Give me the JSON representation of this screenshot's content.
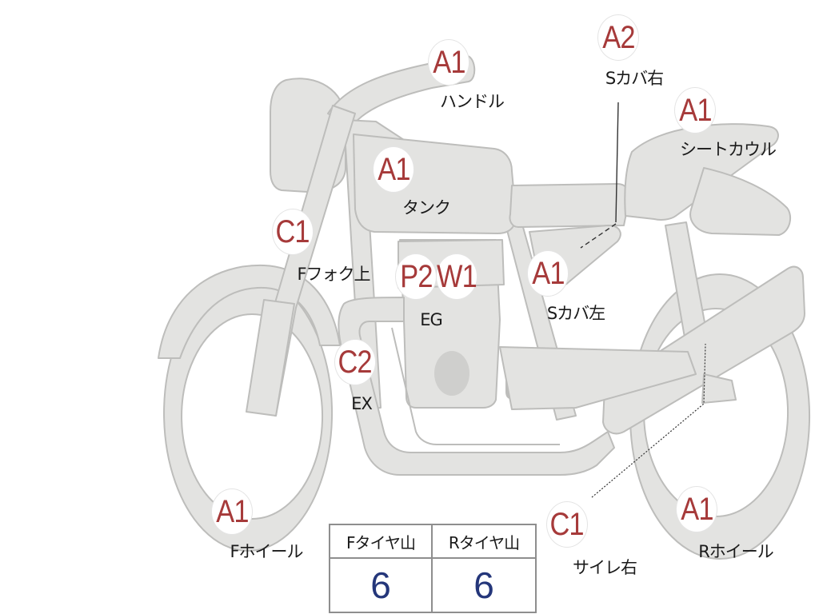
{
  "parts": [
    {
      "id": "handle",
      "grade": "A1",
      "label": "ハンドル"
    },
    {
      "id": "s-cover-right",
      "grade": "A2",
      "label": "Sカバ右"
    },
    {
      "id": "seat-cowl",
      "grade": "A1",
      "label": "シートカウル"
    },
    {
      "id": "tank",
      "grade": "A1",
      "label": "タンク"
    },
    {
      "id": "f-fork-upper",
      "grade": "C1",
      "label": "Fフォク上"
    },
    {
      "id": "engine-p",
      "grade": "P2",
      "label": "EG"
    },
    {
      "id": "engine-w",
      "grade": "W1",
      "label": ""
    },
    {
      "id": "s-cover-left",
      "grade": "A1",
      "label": "Sカバ左"
    },
    {
      "id": "exhaust",
      "grade": "C2",
      "label": "EX"
    },
    {
      "id": "f-wheel",
      "grade": "A1",
      "label": "Fホイール"
    },
    {
      "id": "silencer-right",
      "grade": "C1",
      "label": "サイレ右"
    },
    {
      "id": "r-wheel",
      "grade": "A1",
      "label": "Rホイール"
    }
  ],
  "tire_table": {
    "front_header": "Fタイヤ山",
    "rear_header": "Rタイヤ山",
    "front_value": "6",
    "rear_value": "6"
  },
  "colors": {
    "grade_text": "#a63a3a",
    "tread_value": "#24367a",
    "bike_fill": "#e3e3e1",
    "bike_outline": "#bdbdbb"
  }
}
